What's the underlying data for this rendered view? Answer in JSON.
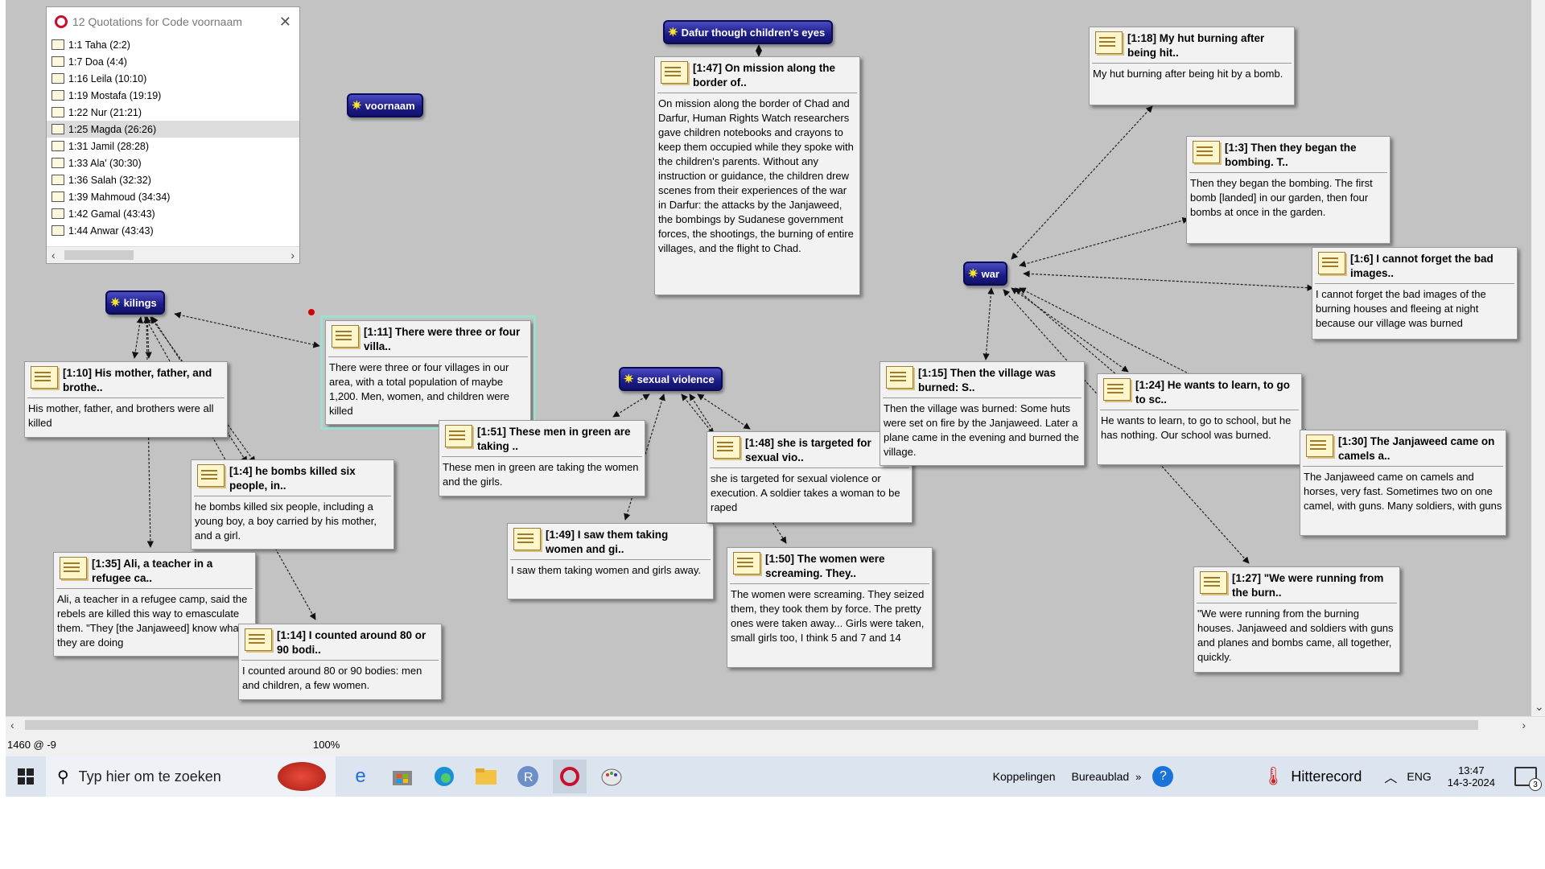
{
  "quotation_panel": {
    "title": "12 Quotations for Code voornaam",
    "items": [
      {
        "label": "1:1 Taha (2:2)",
        "selected": false
      },
      {
        "label": "1:7 Doa (4:4)",
        "selected": false
      },
      {
        "label": "1:16 Leila (10:10)",
        "selected": false
      },
      {
        "label": "1:19 Mostafa (19:19)",
        "selected": false
      },
      {
        "label": "1:22 Nur (21:21)",
        "selected": false
      },
      {
        "label": "1:25 Magda (26:26)",
        "selected": true
      },
      {
        "label": "1:31 Jamil (28:28)",
        "selected": false
      },
      {
        "label": "1:33 Ala' (30:30)",
        "selected": false
      },
      {
        "label": "1:36 Salah (32:32)",
        "selected": false
      },
      {
        "label": "1:39 Mahmoud (34:34)",
        "selected": false
      },
      {
        "label": "1:42 Gamal (43:43)",
        "selected": false
      },
      {
        "label": "1:44 Anwar (43:43)",
        "selected": false
      }
    ]
  },
  "codes": {
    "dafur": "Dafur though children's eyes",
    "voornaam": "voornaam",
    "kilings": "kilings",
    "sexual_violence": "sexual violence",
    "war": "war"
  },
  "quotes": {
    "q147": {
      "title": "[1:47] On mission along the border of..",
      "body": "On mission along the border of Chad and Darfur, Human Rights Watch researchers gave children notebooks and crayons to keep them occupied while they spoke with the children's parents. Without any instruction or guidance, the children drew scenes from their experiences of the war in Darfur: the attacks by the Janjaweed, the bombings by Sudanese government forces, the shootings, the burning of entire villages, and the flight to Chad."
    },
    "q118": {
      "title": "[1:18] My hut burning after being hit..",
      "body": "My hut burning after being hit by a bomb."
    },
    "q13": {
      "title": "[1:3] Then they began the bombing. T..",
      "body": " Then they began the bombing. The first bomb [landed] in our garden, then four bombs at once in the garden."
    },
    "q16": {
      "title": "[1:6] I cannot forget the bad images..",
      "body": "I cannot forget the bad images of the burning houses and fleeing at night because our village was burned"
    },
    "q111": {
      "title": "[1:11] There were three or four villa..",
      "body": "There were three or four villages in our area, with a total population of maybe 1,200. Men, women, and children were killed"
    },
    "q110": {
      "title": "[1:10] His mother, father, and brothe..",
      "body": "His mother, father, and brothers were all killed"
    },
    "q14": {
      "title": "[1:4] he bombs killed six people, in..",
      "body": "he bombs killed six people, including a young boy, a boy carried by his mother, and a girl."
    },
    "q135": {
      "title": "[1:35] Ali, a teacher in a refugee ca..",
      "body": " Ali, a teacher in a refugee camp, said the rebels are killed this way to emasculate them. \"They [the Janjaweed] know what they are doing"
    },
    "q114": {
      "title": "[1:14] I counted around 80 or 90 bodi..",
      "body": "I counted around 80 or 90 bodies: men and children, a few women."
    },
    "q151": {
      "title": "[1:51] These men in green are taking ..",
      "body": "These men in green are taking the women and the girls."
    },
    "q149": {
      "title": "[1:49] I saw them taking women and gi..",
      "body": " I saw them taking women and girls away."
    },
    "q148": {
      "title": "[1:48] she is targeted for sexual vio..",
      "body": "she is targeted for sexual violence or execution. A soldier takes a woman to be raped"
    },
    "q150": {
      "title": "[1:50] The women were screaming. They..",
      "body": " The women were screaming. They seized them, they took them by force. The pretty ones were taken away... Girls were taken, small girls too, I think 5 and 7 and 14"
    },
    "q115": {
      "title": "[1:15] Then the village was burned: S..",
      "body": "Then the village was burned: Some huts were set on fire by the Janjaweed. Later a plane came in the evening and burned the village."
    },
    "q124": {
      "title": "[1:24] He wants to learn, to go to sc..",
      "body": " He wants to learn, to go to school, but he has nothing. Our school was burned."
    },
    "q130": {
      "title": "[1:30] The Janjaweed came on camels a..",
      "body": "The Janjaweed came on camels and horses, very fast. Sometimes two on one camel, with guns. Many soldiers, with guns"
    },
    "q127": {
      "title": "[1:27] \"We were running from the burn..",
      "body": "\"We were running from the burning houses. Janjaweed and soldiers with guns and planes and bombs came, all together, quickly."
    }
  },
  "status": {
    "coords": "1460 @ -9",
    "zoom": "100%"
  },
  "taskbar": {
    "search_placeholder": "Typ hier om te zoeken",
    "links": "Koppelingen",
    "desktop": "Bureaublad",
    "weather": "Hitterecord",
    "lang": "ENG",
    "time": "13:47",
    "date": "14-3-2024",
    "notifications": "3"
  }
}
